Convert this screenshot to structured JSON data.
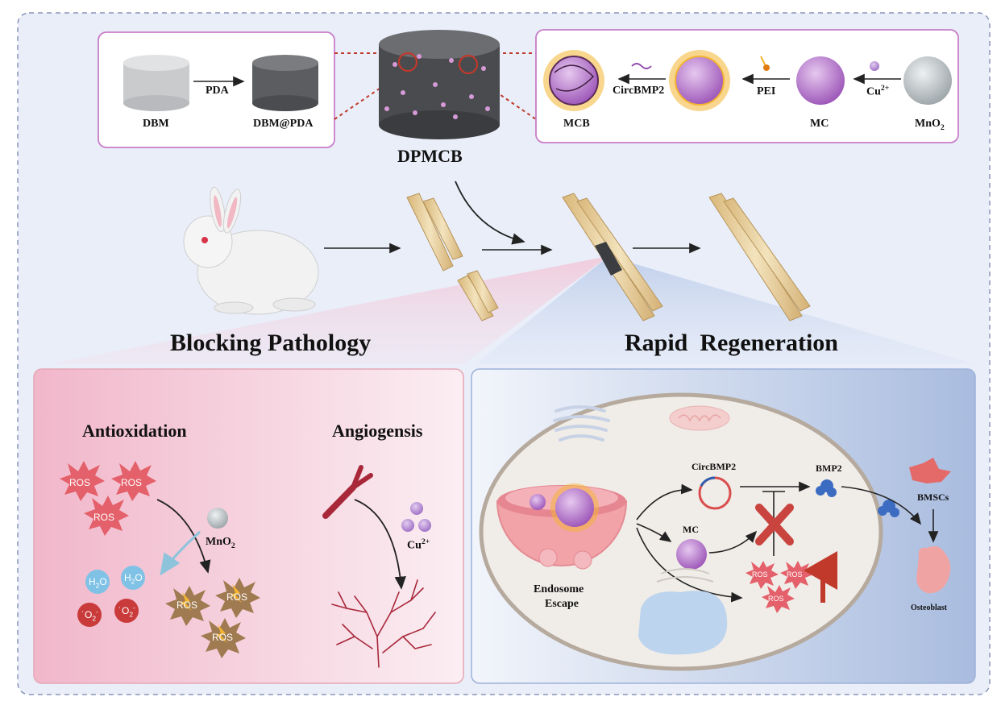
{
  "top_left_box": {
    "dbm_label": "DBM",
    "pda_label": "PDA",
    "dbm_pda_label": "DBM@PDA"
  },
  "center": {
    "dpmcb_label": "DPMCB"
  },
  "top_right_box": {
    "mcb_label": "MCB",
    "circbmp2_label": "CircBMP2",
    "pei_label": "PEI",
    "mc_label": "MC",
    "cu_label": "Cu",
    "cu_charge": "2+",
    "mno2_label": "MnO",
    "mno2_sub": "2"
  },
  "titles": {
    "blocking": "Blocking Pathology",
    "rapid": "Rapid  Regeneration"
  },
  "left_panel": {
    "antioxidation": "Antioxidation",
    "angiogensis": "Angiogensis",
    "ros": "ROS",
    "mno2_label": "MnO",
    "mno2_sub": "2",
    "h2o_label": "H",
    "h2o_sub": "2",
    "h2o_tail": "O",
    "o2_label": "O",
    "o2_sub": "2",
    "o2_prefix": "˙",
    "o2_charge": "-",
    "cu_label": "Cu",
    "cu_charge": "2+"
  },
  "right_panel": {
    "circbmp2": "CircBMP2",
    "bmp2": "BMP2",
    "mc": "MC",
    "endosome_escape_1": "Endosome",
    "endosome_escape_2": "Escape",
    "ros": "ROS",
    "bmscs": "BMSCs",
    "osteoblast": "Osteoblast"
  },
  "colors": {
    "outer_bg": "#e9eef9",
    "outer_border": "#8a96b8",
    "box_border": "#c87dc8",
    "red_dotted": "#c0392b",
    "pink_panel": "#f3c7d6",
    "blue_panel": "#c5d2ea",
    "ros_red": "#e4606a",
    "mc_purple": "#a05ab8",
    "cu_purple": "#b48ad0",
    "bone": "#e8d3a3"
  }
}
